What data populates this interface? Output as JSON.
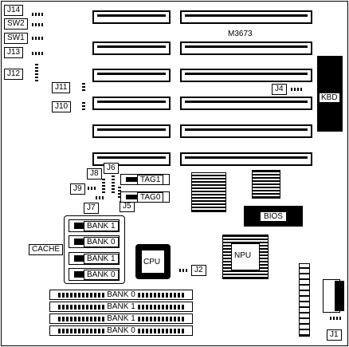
{
  "board": {
    "model": "M3673",
    "kbd": "KBD",
    "bios": "BIOS",
    "cpu": "CPU",
    "npu": "NPU",
    "cache": "CACHE",
    "tag1": "TAG1",
    "tag0": "TAG0"
  },
  "cache_banks": [
    "BANK 1",
    "BANK 0",
    "BANK 1",
    "BANK 0"
  ],
  "simm_banks": [
    "BANK 0",
    "BANK 1",
    "BANK 1",
    "BANK 0"
  ],
  "jumpers": {
    "j14": "J14",
    "sw2": "SW2",
    "sw1": "SW1",
    "j13": "J13",
    "j12": "J12",
    "j11": "J11",
    "j10": "J10",
    "j4": "J4",
    "j8": "J8",
    "j6": "J6",
    "j9": "J9",
    "j7": "J7",
    "j5": "J5",
    "j2": "J2",
    "j1": "J1"
  }
}
